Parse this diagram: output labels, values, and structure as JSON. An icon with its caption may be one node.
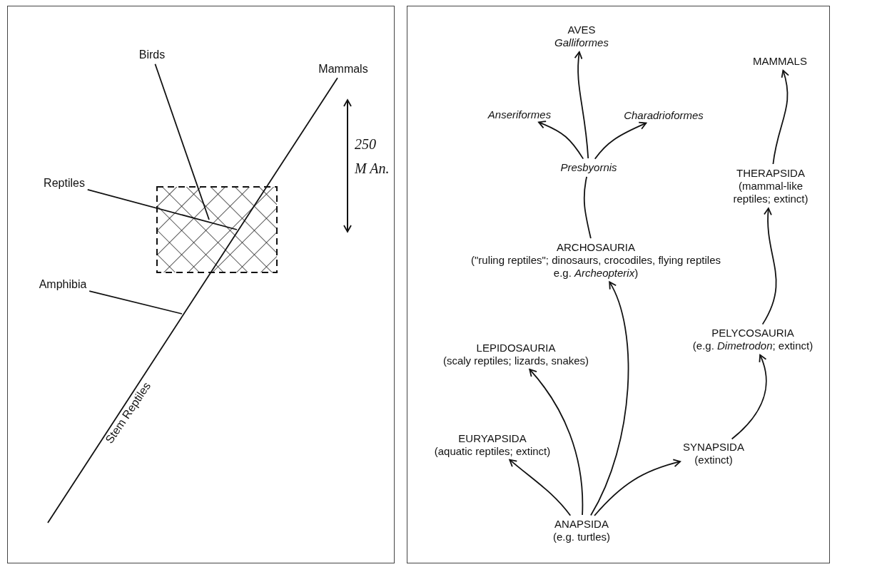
{
  "diagram": {
    "nodes": [
      {
        "text": [
          "Birds"
        ]
      },
      {
        "text": [
          "Mammals"
        ]
      },
      {
        "text": [
          "Reptiles"
        ]
      },
      {
        "text": [
          "Amphibia"
        ]
      },
      {
        "text": [
          "AVES",
          "Galliformes"
        ]
      },
      {
        "text": [
          "Anseriformes"
        ]
      },
      {
        "text": [
          "Charadrioformes"
        ]
      },
      {
        "text": [
          "Presbyornis"
        ]
      },
      {
        "text": [
          "MAMMALS"
        ]
      },
      {
        "text": [
          "THERAPSIDA",
          "(mammal-like reptiles; extinct)"
        ]
      },
      {
        "text": [
          "ARCHOSAURIA",
          "(\"ruling reptiles\"; dinosaurs, crocodiles, flying reptiles e.g. *Archeopterix*)"
        ]
      },
      {
        "text": [
          "PELYCOSAURIA",
          "(e.g. *Dimetrodon*; extinct)"
        ]
      },
      {
        "text": [
          "LEPIDOSAURIA",
          "(scaly reptiles; lizards, snakes)"
        ]
      },
      {
        "text": [
          "EURYAPSIDA",
          "(aquatic reptiles; extinct)"
        ]
      },
      {
        "text": [
          "SYNAPSIDA",
          "(extinct)"
        ]
      },
      {
        "text": [
          "ANAPSIDA",
          "(e.g. turtles)"
        ]
      }
    ],
    "edges": [
      {
        "from": null,
        "to": 1,
        "arrow": "none",
        "label": "Stem Reptiles"
      },
      {
        "from": 0,
        "to": null,
        "arrow": "none"
      },
      {
        "from": 2,
        "to": null,
        "arrow": "none"
      },
      {
        "from": 3,
        "to": null,
        "arrow": "none"
      },
      {
        "from": 7,
        "to": 4,
        "arrow": "to"
      },
      {
        "from": 7,
        "to": 5,
        "arrow": "to"
      },
      {
        "from": 7,
        "to": 6,
        "arrow": "to"
      },
      {
        "from": 10,
        "to": 7,
        "arrow": "none"
      },
      {
        "from": 9,
        "to": 8,
        "arrow": "to"
      },
      {
        "from": 11,
        "to": 9,
        "arrow": "to"
      },
      {
        "from": 14,
        "to": 11,
        "arrow": "to"
      },
      {
        "from": 15,
        "to": 13,
        "arrow": "to"
      },
      {
        "from": 15,
        "to": 12,
        "arrow": "to"
      },
      {
        "from": 15,
        "to": 10,
        "arrow": "to"
      },
      {
        "from": 15,
        "to": 14,
        "arrow": "to"
      }
    ],
    "labels": [
      "250 M An."
    ]
  }
}
